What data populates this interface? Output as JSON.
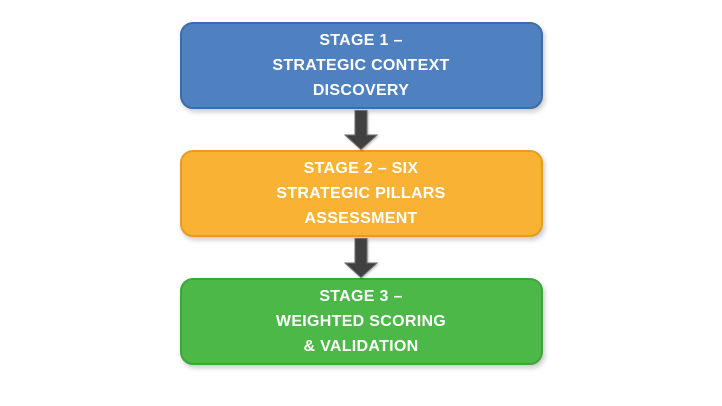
{
  "diagram": {
    "type": "vertical-process-flow",
    "stages": [
      {
        "id": "stage-1",
        "label": "STAGE 1 –\nSTRATEGIC CONTEXT\nDISCOVERY",
        "fill": "#4F81C1",
        "border": "#3E6CA8",
        "text_color": "#FFFFFF"
      },
      {
        "id": "stage-2",
        "label": "STAGE 2 – SIX\nSTRATEGIC PILLARS\nASSESSMENT",
        "fill": "#F9B234",
        "border": "#E69C22",
        "text_color": "#FFFFFF"
      },
      {
        "id": "stage-3",
        "label": "STAGE 3 –\nWEIGHTED SCORING\n& VALIDATION",
        "fill": "#4CB848",
        "border": "#3DA53C",
        "text_color": "#FFFFFF"
      }
    ],
    "arrow": {
      "direction": "down",
      "fill": "#404040",
      "outline": "#6E6E6E"
    },
    "background": "#FFFFFF"
  }
}
